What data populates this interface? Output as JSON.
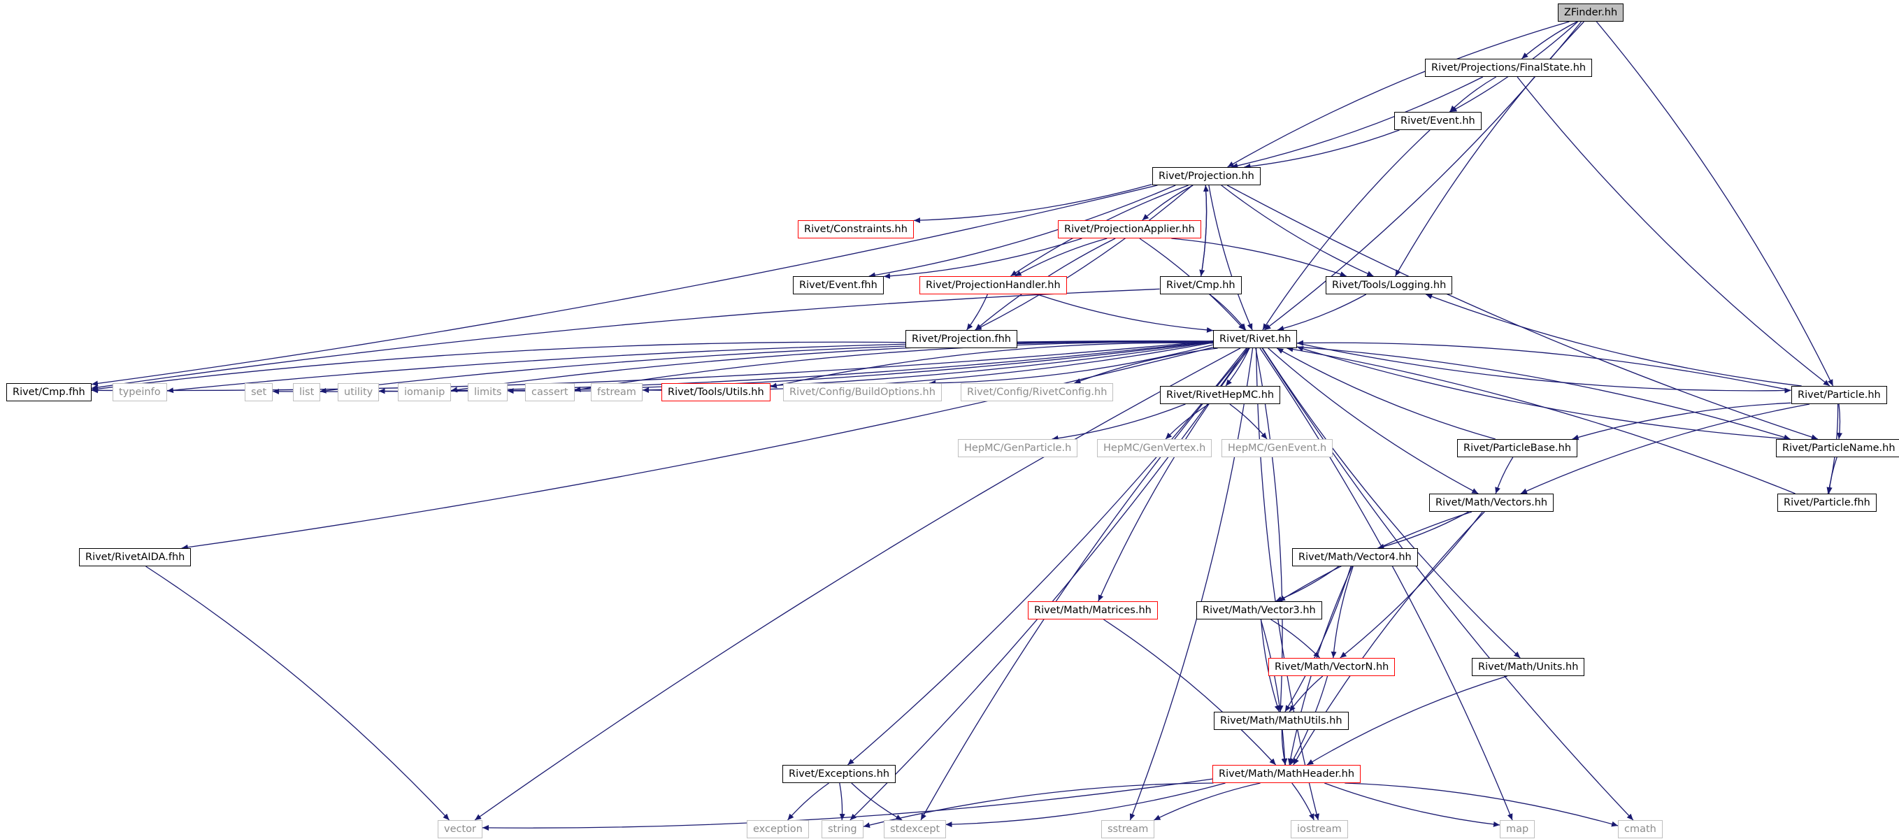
{
  "colors": {
    "edge": "#191970",
    "node_border": "#000000",
    "highlight_border": "#ff0000",
    "external_border": "#bfbfbf",
    "external_text": "#8c8c8c",
    "root_fill": "#bfbfbf"
  },
  "graph": {
    "nodes": [
      {
        "id": "zfinder",
        "label": "ZFinder.hh",
        "kind": "root"
      },
      {
        "id": "finalstate",
        "label": "Rivet/Projections/FinalState.hh",
        "kind": "normal"
      },
      {
        "id": "event_hh",
        "label": "Rivet/Event.hh",
        "kind": "normal"
      },
      {
        "id": "projection_hh",
        "label": "Rivet/Projection.hh",
        "kind": "normal"
      },
      {
        "id": "constraints",
        "label": "Rivet/Constraints.hh",
        "kind": "red"
      },
      {
        "id": "projapplier",
        "label": "Rivet/ProjectionApplier.hh",
        "kind": "red"
      },
      {
        "id": "event_fhh",
        "label": "Rivet/Event.fhh",
        "kind": "normal"
      },
      {
        "id": "projhandler",
        "label": "Rivet/ProjectionHandler.hh",
        "kind": "red"
      },
      {
        "id": "cmp_hh",
        "label": "Rivet/Cmp.hh",
        "kind": "normal"
      },
      {
        "id": "logging",
        "label": "Rivet/Tools/Logging.hh",
        "kind": "normal"
      },
      {
        "id": "projection_fhh",
        "label": "Rivet/Projection.fhh",
        "kind": "normal"
      },
      {
        "id": "rivet_hh",
        "label": "Rivet/Rivet.hh",
        "kind": "normal"
      },
      {
        "id": "cmp_fhh",
        "label": "Rivet/Cmp.fhh",
        "kind": "normal"
      },
      {
        "id": "typeinfo",
        "label": "typeinfo",
        "kind": "external"
      },
      {
        "id": "set",
        "label": "set",
        "kind": "external"
      },
      {
        "id": "list",
        "label": "list",
        "kind": "external"
      },
      {
        "id": "utility",
        "label": "utility",
        "kind": "external"
      },
      {
        "id": "iomanip",
        "label": "iomanip",
        "kind": "external"
      },
      {
        "id": "limits",
        "label": "limits",
        "kind": "external"
      },
      {
        "id": "cassert",
        "label": "cassert",
        "kind": "external"
      },
      {
        "id": "fstream",
        "label": "fstream",
        "kind": "external"
      },
      {
        "id": "utils",
        "label": "Rivet/Tools/Utils.hh",
        "kind": "red"
      },
      {
        "id": "buildoptions",
        "label": "Rivet/Config/BuildOptions.hh",
        "kind": "external"
      },
      {
        "id": "rivetconfig",
        "label": "Rivet/Config/RivetConfig.hh",
        "kind": "external"
      },
      {
        "id": "rivethepmc",
        "label": "Rivet/RivetHepMC.hh",
        "kind": "normal"
      },
      {
        "id": "particle_hh",
        "label": "Rivet/Particle.hh",
        "kind": "normal"
      },
      {
        "id": "genparticle",
        "label": "HepMC/GenParticle.h",
        "kind": "external"
      },
      {
        "id": "genvertex",
        "label": "HepMC/GenVertex.h",
        "kind": "external"
      },
      {
        "id": "genevent",
        "label": "HepMC/GenEvent.h",
        "kind": "external"
      },
      {
        "id": "particlebase",
        "label": "Rivet/ParticleBase.hh",
        "kind": "normal"
      },
      {
        "id": "particlename",
        "label": "Rivet/ParticleName.hh",
        "kind": "normal"
      },
      {
        "id": "vectors",
        "label": "Rivet/Math/Vectors.hh",
        "kind": "normal"
      },
      {
        "id": "particle_fhh",
        "label": "Rivet/Particle.fhh",
        "kind": "normal"
      },
      {
        "id": "rivetaida",
        "label": "Rivet/RivetAIDA.fhh",
        "kind": "normal"
      },
      {
        "id": "vector4",
        "label": "Rivet/Math/Vector4.hh",
        "kind": "normal"
      },
      {
        "id": "matrices",
        "label": "Rivet/Math/Matrices.hh",
        "kind": "red"
      },
      {
        "id": "vector3",
        "label": "Rivet/Math/Vector3.hh",
        "kind": "normal"
      },
      {
        "id": "vectorn",
        "label": "Rivet/Math/VectorN.hh",
        "kind": "red"
      },
      {
        "id": "units",
        "label": "Rivet/Math/Units.hh",
        "kind": "normal"
      },
      {
        "id": "mathutils",
        "label": "Rivet/Math/MathUtils.hh",
        "kind": "normal"
      },
      {
        "id": "exceptions",
        "label": "Rivet/Exceptions.hh",
        "kind": "normal"
      },
      {
        "id": "mathheader",
        "label": "Rivet/Math/MathHeader.hh",
        "kind": "red"
      },
      {
        "id": "vector",
        "label": "vector",
        "kind": "external"
      },
      {
        "id": "exception",
        "label": "exception",
        "kind": "external"
      },
      {
        "id": "string",
        "label": "string",
        "kind": "external"
      },
      {
        "id": "stdexcept",
        "label": "stdexcept",
        "kind": "external"
      },
      {
        "id": "sstream",
        "label": "sstream",
        "kind": "external"
      },
      {
        "id": "iostream",
        "label": "iostream",
        "kind": "external"
      },
      {
        "id": "map",
        "label": "map",
        "kind": "external"
      },
      {
        "id": "cmath",
        "label": "cmath",
        "kind": "external"
      }
    ],
    "edges": [
      [
        "zfinder",
        "finalstate"
      ],
      [
        "zfinder",
        "event_hh"
      ],
      [
        "zfinder",
        "projection_hh"
      ],
      [
        "zfinder",
        "rivet_hh"
      ],
      [
        "zfinder",
        "logging"
      ],
      [
        "zfinder",
        "particle_hh"
      ],
      [
        "finalstate",
        "event_hh"
      ],
      [
        "finalstate",
        "projection_hh"
      ],
      [
        "finalstate",
        "particle_hh"
      ],
      [
        "event_hh",
        "projection_hh"
      ],
      [
        "event_hh",
        "rivet_hh"
      ],
      [
        "projection_hh",
        "constraints"
      ],
      [
        "projection_hh",
        "projapplier"
      ],
      [
        "projection_hh",
        "event_fhh"
      ],
      [
        "projection_hh",
        "projhandler"
      ],
      [
        "projection_hh",
        "cmp_hh"
      ],
      [
        "projection_hh",
        "logging"
      ],
      [
        "projection_hh",
        "projection_fhh"
      ],
      [
        "projection_hh",
        "rivet_hh"
      ],
      [
        "projection_hh",
        "cmp_fhh"
      ],
      [
        "projection_hh",
        "particlename"
      ],
      [
        "projapplier",
        "event_fhh"
      ],
      [
        "projapplier",
        "projhandler"
      ],
      [
        "projapplier",
        "logging"
      ],
      [
        "projapplier",
        "projection_fhh"
      ],
      [
        "projapplier",
        "rivet_hh"
      ],
      [
        "projhandler",
        "rivet_hh"
      ],
      [
        "projhandler",
        "projection_fhh"
      ],
      [
        "cmp_hh",
        "projection_hh"
      ],
      [
        "cmp_hh",
        "rivet_hh"
      ],
      [
        "cmp_hh",
        "cmp_fhh"
      ],
      [
        "logging",
        "rivet_hh"
      ],
      [
        "projection_fhh",
        "cmp_fhh"
      ],
      [
        "rivet_hh",
        "cmp_fhh"
      ],
      [
        "rivet_hh",
        "typeinfo"
      ],
      [
        "rivet_hh",
        "set"
      ],
      [
        "rivet_hh",
        "list"
      ],
      [
        "rivet_hh",
        "utility"
      ],
      [
        "rivet_hh",
        "iomanip"
      ],
      [
        "rivet_hh",
        "limits"
      ],
      [
        "rivet_hh",
        "cassert"
      ],
      [
        "rivet_hh",
        "fstream"
      ],
      [
        "rivet_hh",
        "utils"
      ],
      [
        "rivet_hh",
        "buildoptions"
      ],
      [
        "rivet_hh",
        "rivetconfig"
      ],
      [
        "rivet_hh",
        "rivethepmc"
      ],
      [
        "rivet_hh",
        "particle_hh"
      ],
      [
        "rivet_hh",
        "particlename"
      ],
      [
        "rivet_hh",
        "vectors"
      ],
      [
        "rivet_hh",
        "rivetaida"
      ],
      [
        "rivet_hh",
        "matrices"
      ],
      [
        "rivet_hh",
        "mathutils"
      ],
      [
        "rivet_hh",
        "units"
      ],
      [
        "rivet_hh",
        "exceptions"
      ],
      [
        "rivet_hh",
        "vector"
      ],
      [
        "rivet_hh",
        "string"
      ],
      [
        "rivet_hh",
        "stdexcept"
      ],
      [
        "rivet_hh",
        "sstream"
      ],
      [
        "rivet_hh",
        "iostream"
      ],
      [
        "rivet_hh",
        "map"
      ],
      [
        "rivet_hh",
        "cmath"
      ],
      [
        "rivethepmc",
        "genparticle"
      ],
      [
        "rivethepmc",
        "genvertex"
      ],
      [
        "rivethepmc",
        "genevent"
      ],
      [
        "particle_hh",
        "particlebase"
      ],
      [
        "particle_hh",
        "particlename"
      ],
      [
        "particle_hh",
        "vectors"
      ],
      [
        "particle_hh",
        "particle_fhh"
      ],
      [
        "particle_hh",
        "rivet_hh"
      ],
      [
        "particle_hh",
        "logging"
      ],
      [
        "particlebase",
        "vectors"
      ],
      [
        "particlebase",
        "rivet_hh"
      ],
      [
        "particlename",
        "particle_fhh"
      ],
      [
        "particlename",
        "rivet_hh"
      ],
      [
        "particle_fhh",
        "rivet_hh"
      ],
      [
        "vectors",
        "vector4"
      ],
      [
        "vectors",
        "vector3"
      ],
      [
        "vectors",
        "vectorn"
      ],
      [
        "vectors",
        "mathheader"
      ],
      [
        "vector4",
        "vector3"
      ],
      [
        "vector4",
        "vectorn"
      ],
      [
        "vector4",
        "mathutils"
      ],
      [
        "vector4",
        "mathheader"
      ],
      [
        "vector3",
        "vectorn"
      ],
      [
        "vector3",
        "mathutils"
      ],
      [
        "vector3",
        "mathheader"
      ],
      [
        "vectorn",
        "mathutils"
      ],
      [
        "vectorn",
        "mathheader"
      ],
      [
        "mathutils",
        "mathheader"
      ],
      [
        "matrices",
        "mathheader"
      ],
      [
        "units",
        "mathheader"
      ],
      [
        "rivetaida",
        "vector"
      ],
      [
        "exceptions",
        "exception"
      ],
      [
        "exceptions",
        "string"
      ],
      [
        "exceptions",
        "stdexcept"
      ],
      [
        "mathheader",
        "vector"
      ],
      [
        "mathheader",
        "string"
      ],
      [
        "mathheader",
        "stdexcept"
      ],
      [
        "mathheader",
        "sstream"
      ],
      [
        "mathheader",
        "iostream"
      ],
      [
        "mathheader",
        "map"
      ],
      [
        "mathheader",
        "cmath"
      ]
    ]
  }
}
